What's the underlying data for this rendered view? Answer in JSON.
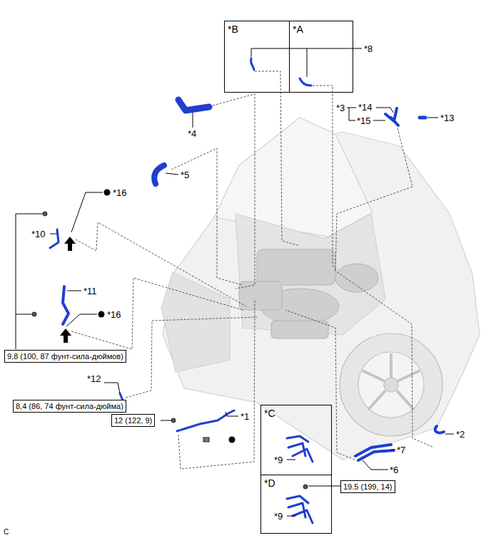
{
  "diagram": {
    "nodes": [
      {
        "text": [
          "*B"
        ]
      },
      {
        "text": [
          "*A"
        ]
      },
      {
        "text": [
          "9,8 (100, 87 фунт-сила-дюймов)"
        ]
      },
      {
        "text": [
          "8,4 (86, 74 фунт-сила-дюйма)"
        ]
      },
      {
        "text": [
          "12 (122, 9)"
        ]
      },
      {
        "text": [
          "*C"
        ]
      },
      {
        "text": [
          "*D"
        ]
      },
      {
        "text": [
          "19.5 (199, 14)"
        ]
      }
    ],
    "labels": [
      "*8",
      "*3",
      "*14",
      "*15",
      "*13",
      "*4",
      "*5",
      "*16",
      "*10",
      "*11",
      "*16",
      "*12",
      "*1",
      "*2",
      "*7",
      "*6",
      "*9",
      "*9",
      "C"
    ]
  }
}
